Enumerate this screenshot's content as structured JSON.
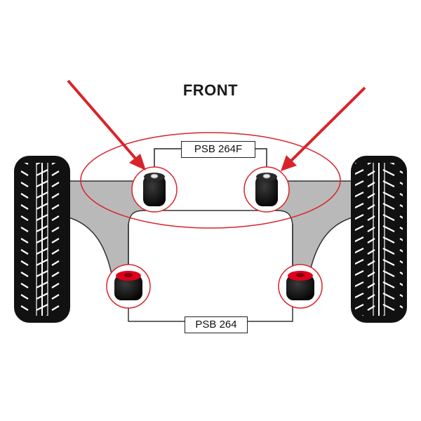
{
  "title": "FRONT",
  "labels": {
    "front_bushes": "PSB 264F",
    "rear_bushes": "PSB 264"
  },
  "colors": {
    "highlight": "#d9232a",
    "arm_fill": "#b9b9b9",
    "tyre": "#111111",
    "bush_insert": "#e0001b"
  },
  "icons": {
    "tyre": "tyre-icon",
    "bush": "bush-icon",
    "arrow": "arrow-icon"
  }
}
